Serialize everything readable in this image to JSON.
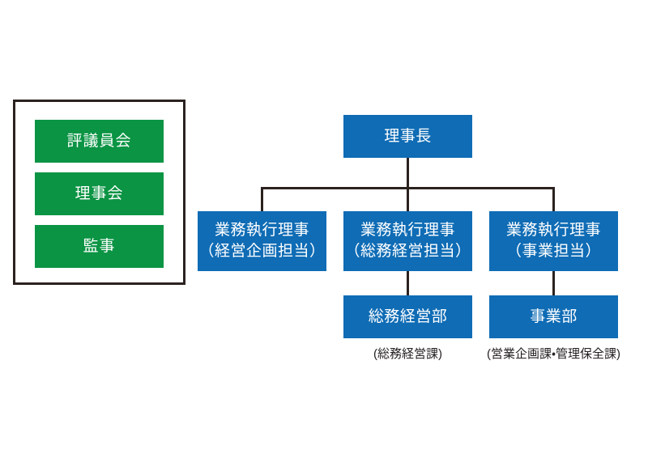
{
  "diagram": {
    "kind": "organization-chart",
    "colors": {
      "node_blue": "#0f6cb5",
      "governance_green": "#0b9444",
      "connector": "#2b2220",
      "frame_border": "#2b2220",
      "node_text": "#ffffff",
      "caption_text": "#231f20",
      "background": "#ffffff"
    }
  },
  "governance": {
    "boxes": [
      {
        "label": "評議員会"
      },
      {
        "label": "理事会"
      },
      {
        "label": "監事"
      }
    ]
  },
  "hierarchy": {
    "chair": {
      "label": "理事長"
    },
    "executives": [
      {
        "line1": "業務執行理事",
        "line2": "（経営企画担当）"
      },
      {
        "line1": "業務執行理事",
        "line2": "（総務経営担当）"
      },
      {
        "line1": "業務執行理事",
        "line2": "（事業担当）"
      }
    ],
    "departments": [
      {
        "label": "総務経営部",
        "caption": "(総務経営課)"
      },
      {
        "label": "事業部",
        "caption": "(営業企画課・管理保全課)"
      }
    ]
  }
}
